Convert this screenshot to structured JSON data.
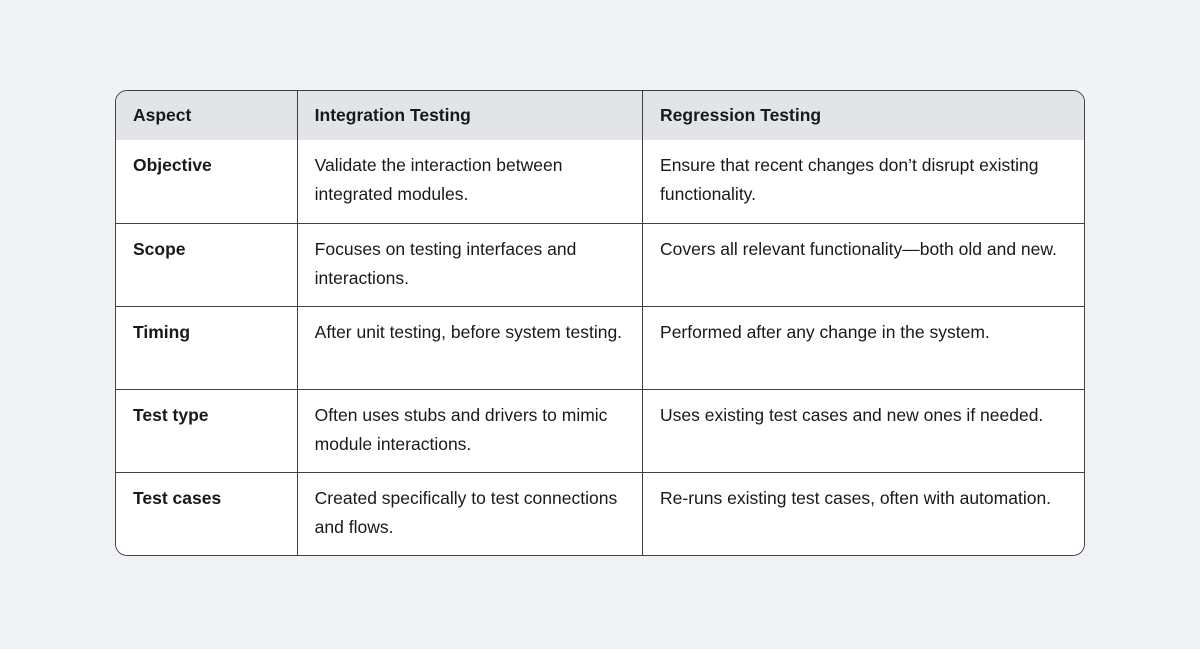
{
  "table": {
    "columns": {
      "aspect": "Aspect",
      "integration": "Integration Testing",
      "regression": "Regression Testing"
    },
    "rows": [
      {
        "aspect": "Objective",
        "integration": "Validate the interaction between integrated modules.",
        "regression": "Ensure that recent changes don’t disrupt existing functionality."
      },
      {
        "aspect": "Scope",
        "integration": "Focuses on testing interfaces and interactions.",
        "regression": "Covers all relevant functionality—both old and new."
      },
      {
        "aspect": "Timing",
        "integration": "After unit testing, before system testing.",
        "regression": "Performed after any change in the system."
      },
      {
        "aspect": "Test type",
        "integration": "Often uses stubs and drivers to mimic module interactions.",
        "regression": "Uses existing test cases and new ones if needed."
      },
      {
        "aspect": "Test cases",
        "integration": "Created specifically to test connections and flows.",
        "regression": "Re-runs existing test cases, often with automation."
      }
    ]
  }
}
